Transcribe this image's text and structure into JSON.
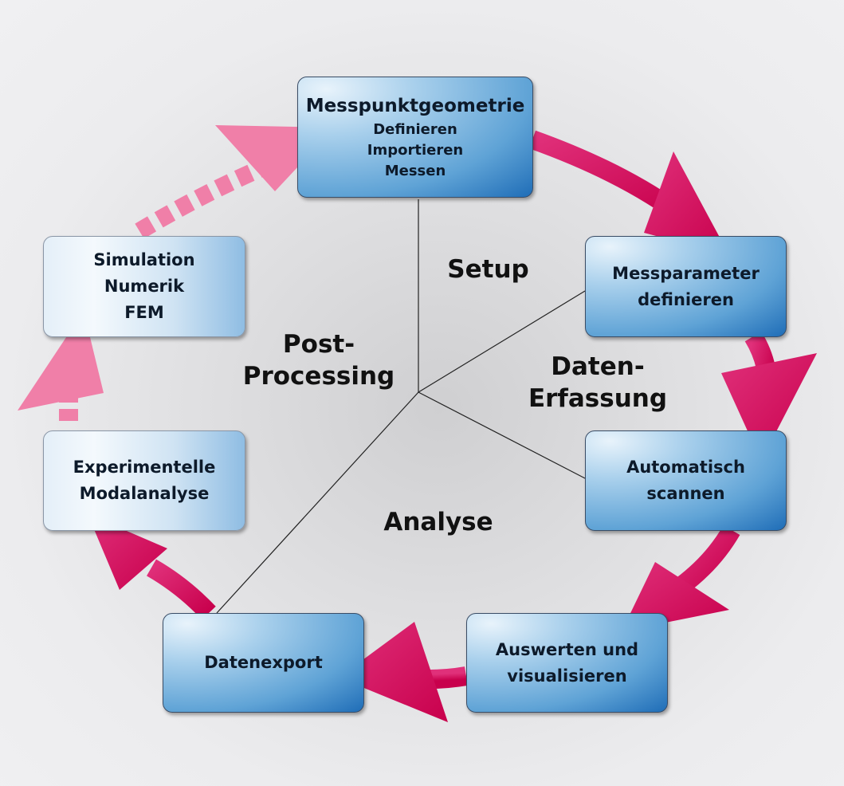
{
  "boxes": {
    "messpunkt": {
      "title": "Messpunktgeometrie",
      "lines": [
        "Definieren",
        "Importieren",
        "Messen"
      ]
    },
    "messparameter": {
      "lines": [
        "Messparameter",
        "definieren"
      ]
    },
    "scannen": {
      "lines": [
        "Automatisch",
        "scannen"
      ]
    },
    "auswerten": {
      "lines": [
        "Auswerten und",
        "visualisieren"
      ]
    },
    "datenexport": {
      "lines": [
        "Datenexport"
      ]
    },
    "modal": {
      "lines": [
        "Experimentelle",
        "Modalanalyse"
      ]
    },
    "simulation": {
      "lines": [
        "Simulation",
        "Numerik",
        "FEM"
      ]
    }
  },
  "phases": {
    "setup": "Setup",
    "daten": [
      "Daten-",
      "Erfassung"
    ],
    "analyse": "Analyse",
    "post": [
      "Post-",
      "Processing"
    ]
  },
  "colors": {
    "arrow": "#d6105e",
    "arrow_light": "#f07fa8",
    "box_dark": "#1f6db7"
  }
}
